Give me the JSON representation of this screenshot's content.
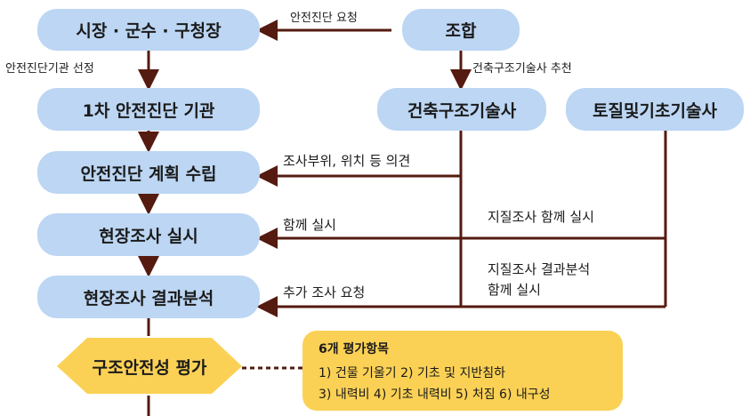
{
  "nodes": {
    "mayor": "시장 · 군수 · 구청장",
    "union": "조합",
    "first_agency": "1차 안전진단 기관",
    "arch_engineer": "건축구조기술사",
    "geo_engineer": "토질및기초기술사",
    "plan": "안전진단 계획 수립",
    "site_survey": "현장조사 실시",
    "site_result": "현장조사 결과분석",
    "safety_eval": "구조안전성 평가"
  },
  "labels": {
    "request": "안전진단 요청",
    "select": "안전진단기관 선정",
    "recommend": "건축구조기술사 추천",
    "opinion": "조사부위, 위치 등 의견",
    "together": "함께 실시",
    "geo_together": "지질조사 함께 실시",
    "add_request": "추가 조사 요청",
    "geo_analysis": "지질조사 결과분석\n함께 실시"
  },
  "note": {
    "title": "6개 평가항목",
    "line1": "1) 건물 기울기 2) 기초 및 지반침하",
    "line2": "3) 내력비 4) 기초 내력비 5) 처짐 6) 내구성"
  },
  "colors": {
    "node_fill": "#bcd6f3",
    "line": "#551a10",
    "note_fill": "#fbd155"
  }
}
